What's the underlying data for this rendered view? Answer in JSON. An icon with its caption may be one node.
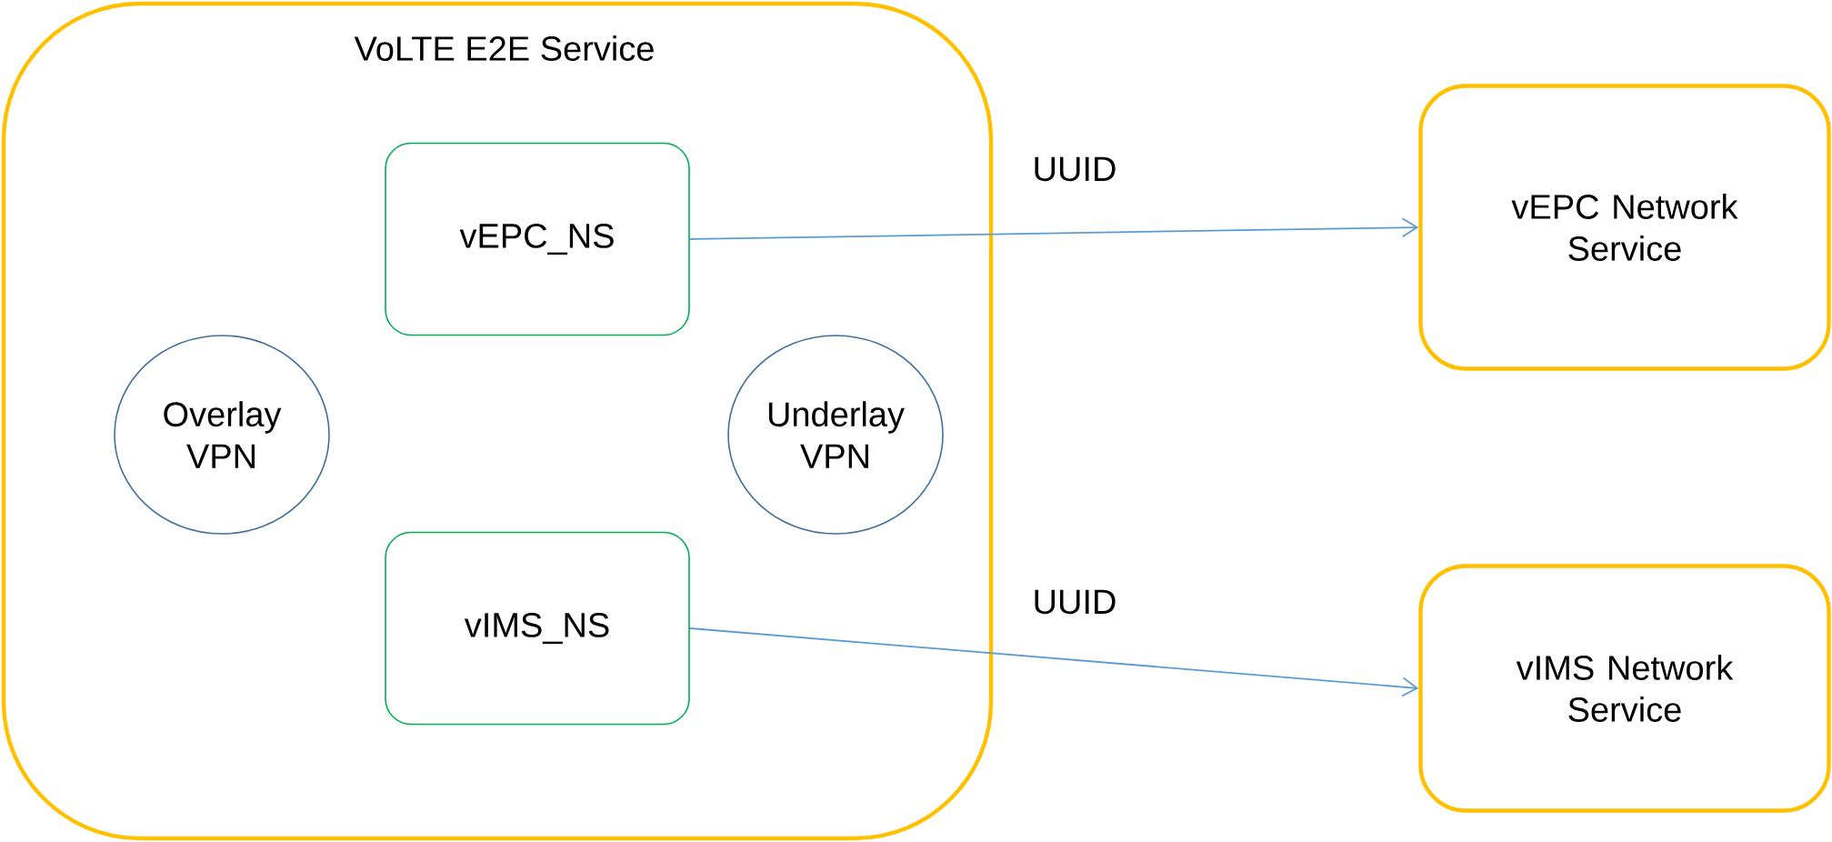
{
  "diagram": {
    "nodes": [
      {
        "text": [
          "VoLTE E2E Service"
        ]
      },
      {
        "text": [
          "vEPC_NS"
        ],
        "in": 0
      },
      {
        "text": [
          "Overlay VPN"
        ],
        "in": 0
      },
      {
        "text": [
          "Underlay VPN"
        ],
        "in": 0
      },
      {
        "text": [
          "vIMS_NS"
        ],
        "in": 0
      },
      {
        "text": [
          "vEPC Network Service"
        ]
      },
      {
        "text": [
          "vIMS Network Service"
        ]
      }
    ],
    "edges": [
      {
        "from": 1,
        "to": 5,
        "arrow": "to",
        "label": "UUID"
      },
      {
        "from": 4,
        "to": 6,
        "arrow": "to",
        "label": "UUID"
      }
    ]
  }
}
